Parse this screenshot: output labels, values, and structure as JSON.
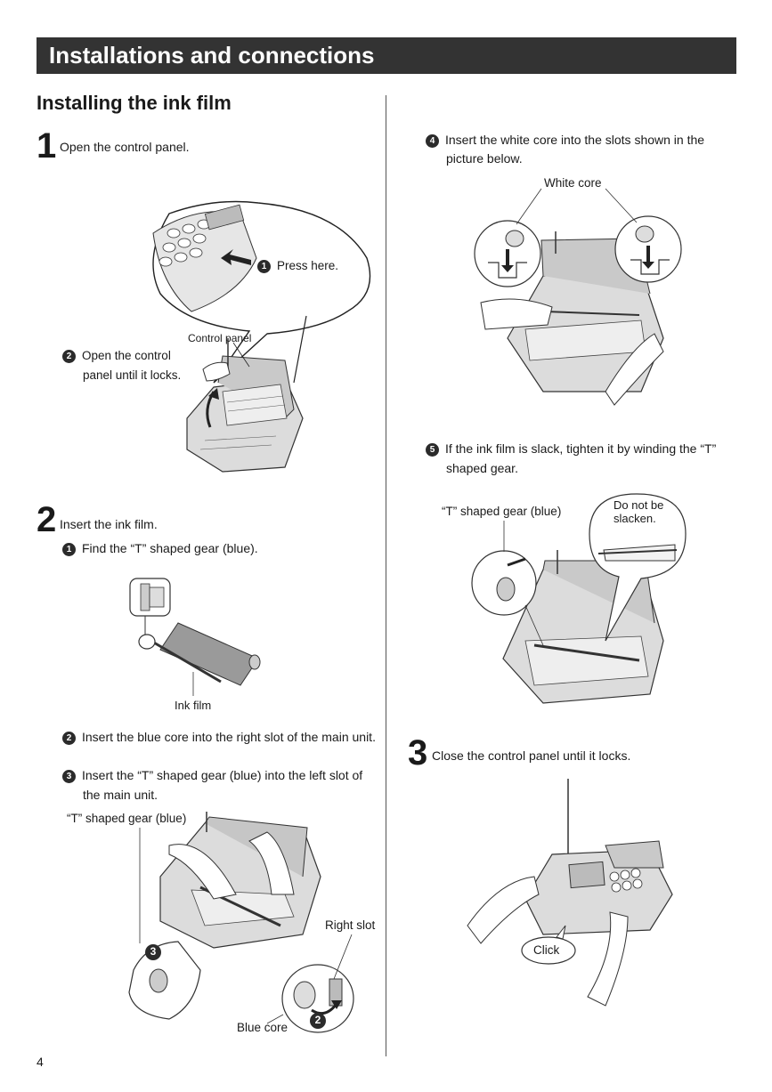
{
  "header": {
    "title": "Installations and connections"
  },
  "section": {
    "title": "Installing the ink film"
  },
  "steps": {
    "s1": {
      "number": "1",
      "text": "Open the control panel."
    },
    "s2": {
      "number": "2",
      "text": "Insert the ink film."
    },
    "s3": {
      "number": "3",
      "text": "Close the control panel until it locks."
    }
  },
  "fig1": {
    "press_num": "1",
    "press_text": "Press here.",
    "control_panel_label": "Control panel",
    "open_num": "2",
    "open_text_1": "Open the control",
    "open_text_2": "panel until it locks."
  },
  "substeps": {
    "a": {
      "num": "1",
      "text": "Find the “T” shaped gear (blue)."
    },
    "b": {
      "num": "2",
      "text": "Insert the blue core into the right slot of the main unit."
    },
    "c": {
      "num": "3",
      "text_1": "Insert the “T” shaped gear (blue) into the left slot of",
      "text_2": "the main unit."
    },
    "d": {
      "num": "4",
      "text_1": "Insert the white core into the slots shown in the",
      "text_2": "picture below."
    },
    "e": {
      "num": "5",
      "text_1": "If the ink film is slack, tighten it by winding the “T”",
      "text_2": "shaped gear."
    }
  },
  "labels": {
    "ink_film": "Ink film",
    "t_gear": "“T” shaped gear (blue)",
    "right_slot": "Right slot",
    "blue_core": "Blue core",
    "fig3_num3": "3",
    "fig3_num2": "2",
    "white_core": "White core",
    "t_gear_2": "“T” shaped gear (blue)",
    "do_not_1": "Do not be",
    "do_not_2": "slacken.",
    "click": "Click"
  },
  "page_number": "4"
}
